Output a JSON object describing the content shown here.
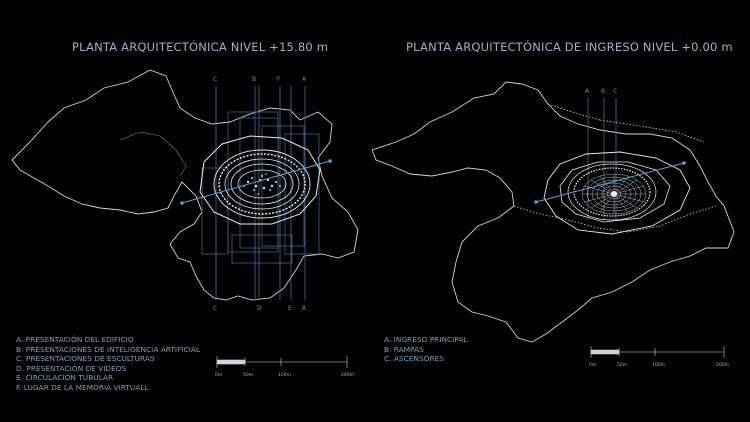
{
  "left_plan": {
    "title": "PLANTA ARQUITECTÓNICA NIVEL +15.80 m",
    "axes_top": [
      "C",
      "B",
      "F",
      "A"
    ],
    "axes_bottom": [
      "C",
      "D",
      "E",
      "A"
    ],
    "legend": [
      "A.  PRESENTACIÓN DEL EDIFICIO",
      "B. PRESENTACIONES DE INTELIGENCIA ARTIFICIAL",
      "C. PRESENTACIONES DE ESCULTURAS",
      "D. PRESENTACIÓN DE VIDEOS",
      "E. CIRCULACIÓN TUBULAR",
      "F. LUGAR DE LA MEMORIA VIRTUALL"
    ],
    "scale": [
      "0m",
      "50m",
      "100m",
      "200m"
    ]
  },
  "right_plan": {
    "title": "PLANTA ARQUITECTÓNICA DE INGRESO NIVEL +0.00 m",
    "axes_top": [
      "A",
      "B",
      "C"
    ],
    "legend": [
      "A.  INGRESO PRINCIPAL",
      "B. RAMPAS",
      "C. ASCENSORES"
    ],
    "scale": [
      "0m",
      "50m",
      "100m",
      "200m"
    ]
  },
  "colors": {
    "background": "#000000",
    "title": "#9bb3c9",
    "legend": "#7f9fb8",
    "outline": "#cfd4da",
    "axis": "#3f6f99",
    "circulation": "#5aa0d8"
  }
}
